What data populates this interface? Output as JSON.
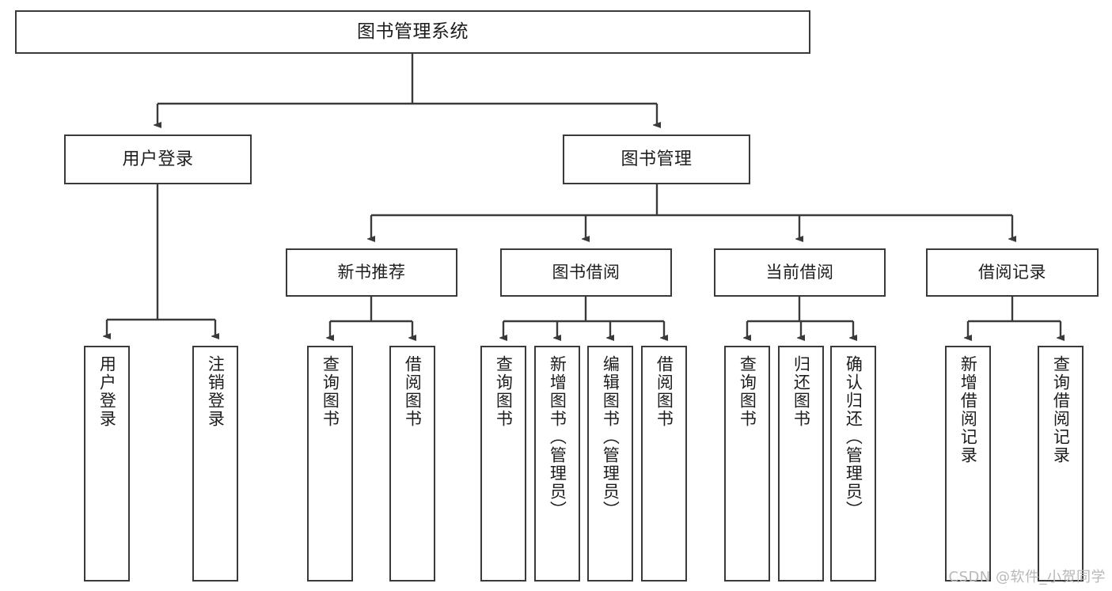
{
  "diagram": {
    "title": "图书管理系统",
    "type": "tree-hierarchy-chart",
    "watermark": "CSDN @软件_小贺同学",
    "colors": {
      "border": "#3a3a3a",
      "background": "#ffffff",
      "text": "#1d1d1d",
      "edge": "#3a3a3a",
      "watermark": "#b8b8b8"
    },
    "nodes": {
      "root": {
        "label": "图书管理系统"
      },
      "level2": [
        {
          "label": "用户登录"
        },
        {
          "label": "图书管理"
        }
      ],
      "level3": [
        {
          "label": "新书推荐"
        },
        {
          "label": "图书借阅"
        },
        {
          "label": "当前借阅"
        },
        {
          "label": "借阅记录"
        }
      ],
      "leaves": {
        "user_login": [
          {
            "label": "用户登录"
          },
          {
            "label": "注销登录"
          }
        ],
        "new_book_recommend": [
          {
            "label": "查询图书"
          },
          {
            "label": "借阅图书"
          }
        ],
        "book_borrow": [
          {
            "label": "查询图书"
          },
          {
            "label": "新增图书（管理员）"
          },
          {
            "label": "编辑图书（管理员）"
          },
          {
            "label": "借阅图书"
          }
        ],
        "current_borrow": [
          {
            "label": "查询图书"
          },
          {
            "label": "归还图书"
          },
          {
            "label": "确认归还（管理员）"
          }
        ],
        "borrow_record": [
          {
            "label": "新增借阅记录"
          },
          {
            "label": "查询借阅记录"
          }
        ]
      }
    }
  }
}
